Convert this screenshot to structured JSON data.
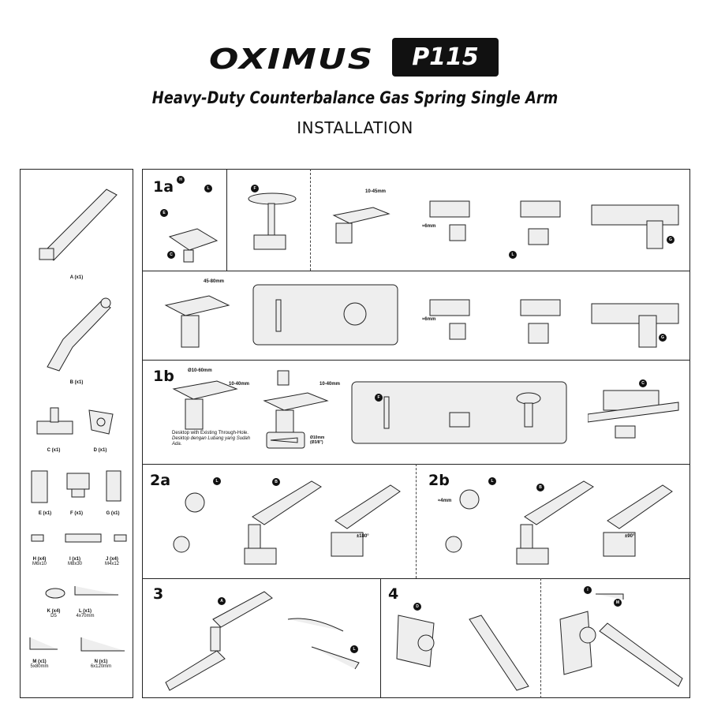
{
  "header": {
    "brand": "OXIMUS",
    "model": "P115",
    "subtitle": "Heavy-Duty Counterbalance Gas Spring Single Arm",
    "section": "INSTALLATION"
  },
  "parts": [
    {
      "label": "A (x1)"
    },
    {
      "label": "B (x1)"
    },
    {
      "label": "C (x1)"
    },
    {
      "label": "D (x1)"
    },
    {
      "label": "E (x1)"
    },
    {
      "label": "F (x1)"
    },
    {
      "label": "G (x1)"
    },
    {
      "label": "H (x4)",
      "spec": "M6x10"
    },
    {
      "label": "I (x1)",
      "spec": "M8x30"
    },
    {
      "label": "J (x4)",
      "spec": "M4x12"
    },
    {
      "label": "K (x4)",
      "spec": "D5"
    },
    {
      "label": "L (x1)",
      "spec": "4x70mm"
    },
    {
      "label": "M (x1)",
      "spec": "5x80mm"
    },
    {
      "label": "N (x1)",
      "spec": "6x120mm"
    }
  ],
  "steps": {
    "s1a": "1a",
    "s1b": "1b",
    "s2a": "2a",
    "s2b": "2b",
    "s3": "3",
    "s4": "4"
  },
  "dims": {
    "r1_thick": "10-45mm",
    "r1_gap": "≈6mm",
    "r2_thick": "45-80mm",
    "r2_gap": "≈6mm",
    "hole_dia": "Ø10-60mm",
    "r3_thick_a": "10-40mm",
    "r3_thick_b": "10-40mm",
    "drill": "Ø10mm (Ø3/8\")",
    "r4_gap": "≈4mm",
    "rot_a": "±180°",
    "rot_b": "±90°"
  },
  "notes": {
    "desk_en": "Desktop with Existing Through-Hole.",
    "desk_id": "Desktop dengan Lubang yang Sudah Ada."
  },
  "callouts": [
    "H",
    "L",
    "E",
    "C",
    "F",
    "G",
    "L",
    "G",
    "F",
    "C",
    "L",
    "B",
    "L",
    "B",
    "A",
    "L",
    "D",
    "I",
    "M"
  ]
}
